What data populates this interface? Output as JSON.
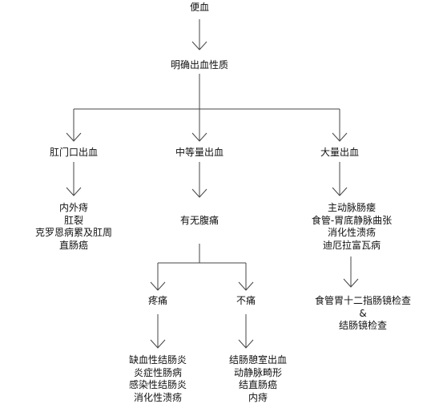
{
  "top": "便血",
  "step2": "明确出血性质",
  "branches": {
    "left": "肛门口出血",
    "middle": "中等量出血",
    "right": "大量出血"
  },
  "left_causes": [
    "内外痔",
    "肛裂",
    "克罗恩病累及肛周",
    "直肠癌"
  ],
  "middle_question": "有无腹痛",
  "pain": "疼痛",
  "no_pain": "不痛",
  "pain_causes": [
    "缺血性结肠炎",
    "炎症性肠病",
    "感染性结肠炎",
    "消化性溃疡"
  ],
  "no_pain_causes": [
    "结肠憩室出血",
    "动静脉畸形",
    "结直肠癌",
    "内痔"
  ],
  "right_causes": [
    "主动脉肠瘘",
    "食管-胃底静脉曲张",
    "消化性溃疡",
    "迪厄拉富瓦病"
  ],
  "exams": [
    "食管胃十二指肠镜检查",
    "&",
    "结肠镜检查"
  ]
}
